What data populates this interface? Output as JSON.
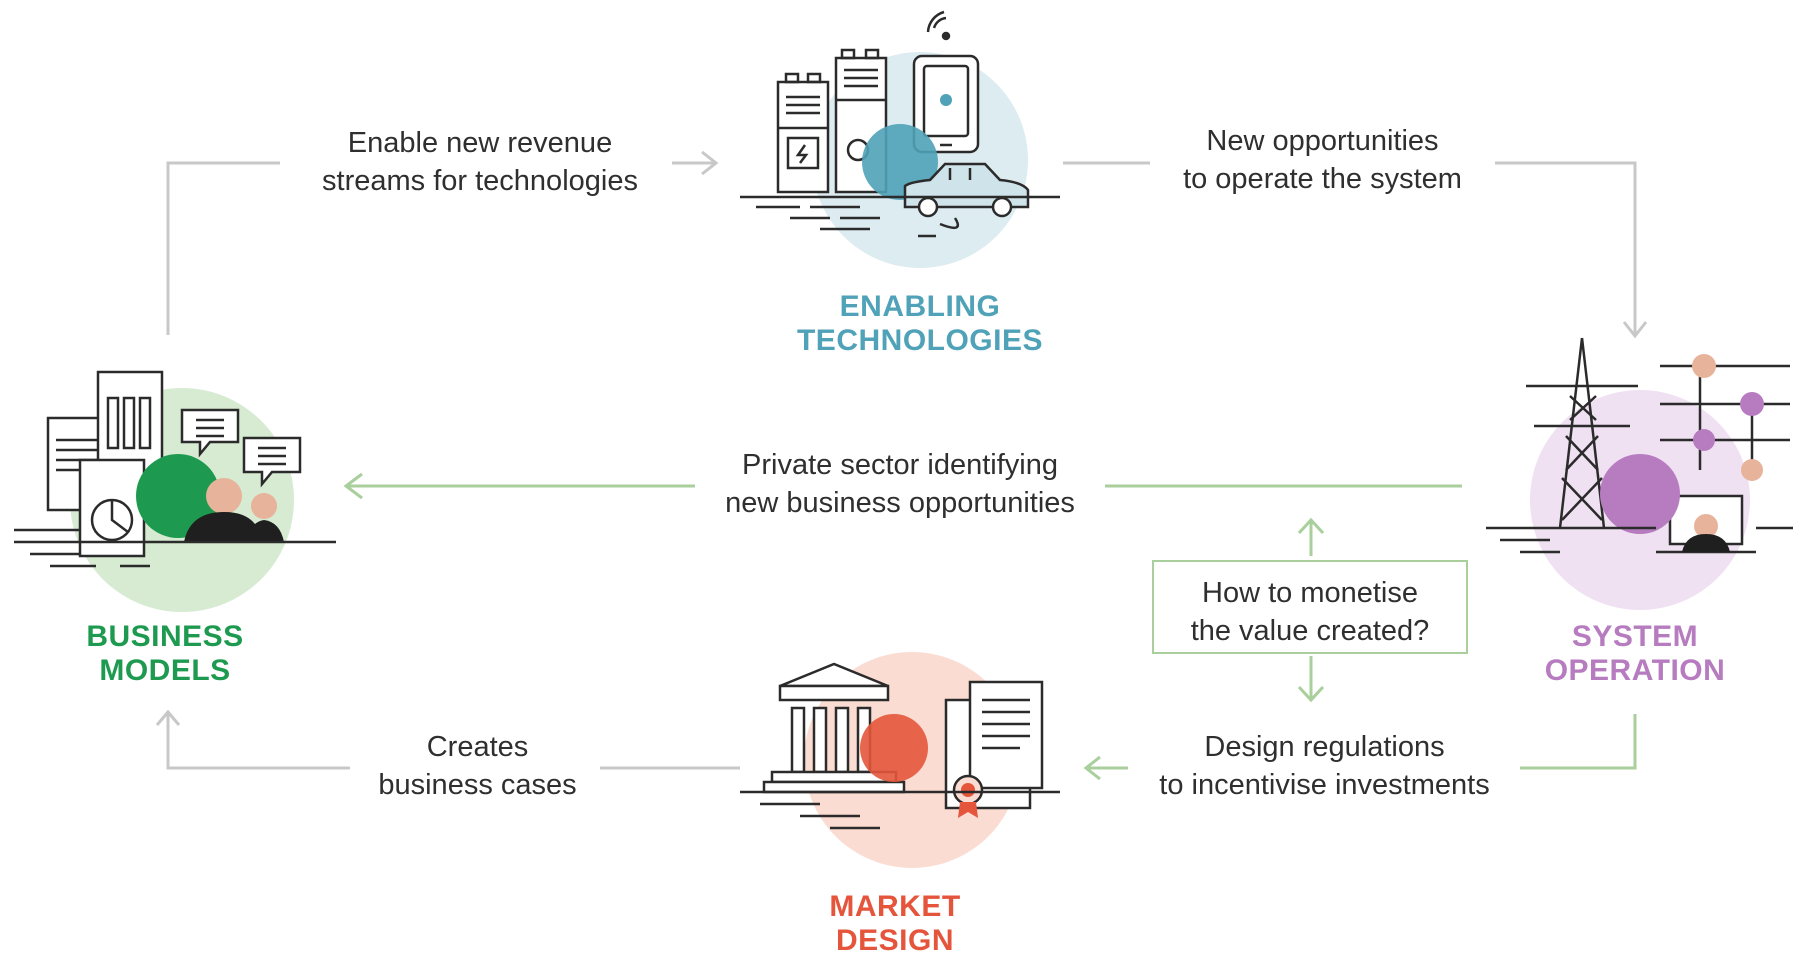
{
  "nodes": {
    "enabling_technologies": {
      "line1": "ENABLING",
      "line2": "TECHNOLOGIES",
      "color": "#4fa2b7",
      "circle": "#dcecf1"
    },
    "system_operation": {
      "line1": "SYSTEM",
      "line2": "OPERATION",
      "color": "#b67cbf",
      "circle": "#efe0f2"
    },
    "market_design": {
      "line1": "MARKET",
      "line2": "DESIGN",
      "color": "#e4553b",
      "circle": "#fbdcd2"
    },
    "business_models": {
      "line1": "BUSINESS",
      "line2": "MODELS",
      "color": "#1e9a50",
      "circle": "#d7ebd3"
    }
  },
  "edges": {
    "bm_to_et": {
      "line1": "Enable new revenue",
      "line2": "streams for technologies"
    },
    "et_to_so": {
      "line1": "New opportunities",
      "line2": "to operate the system"
    },
    "so_to_bm": {
      "line1": "Private sector identifying",
      "line2": "new business opportunities"
    },
    "so_to_md": {
      "line1": "Design regulations",
      "line2": "to incentivise investments"
    },
    "md_to_bm": {
      "line1": "Creates",
      "line2": "business cases"
    }
  },
  "question_box": {
    "line1": "How to monetise",
    "line2": "the value created?"
  },
  "colors": {
    "gray_arrow": "#c8c8c8",
    "green_arrow": "#a9cf9c",
    "icon_stroke": "#2b2b2b"
  }
}
